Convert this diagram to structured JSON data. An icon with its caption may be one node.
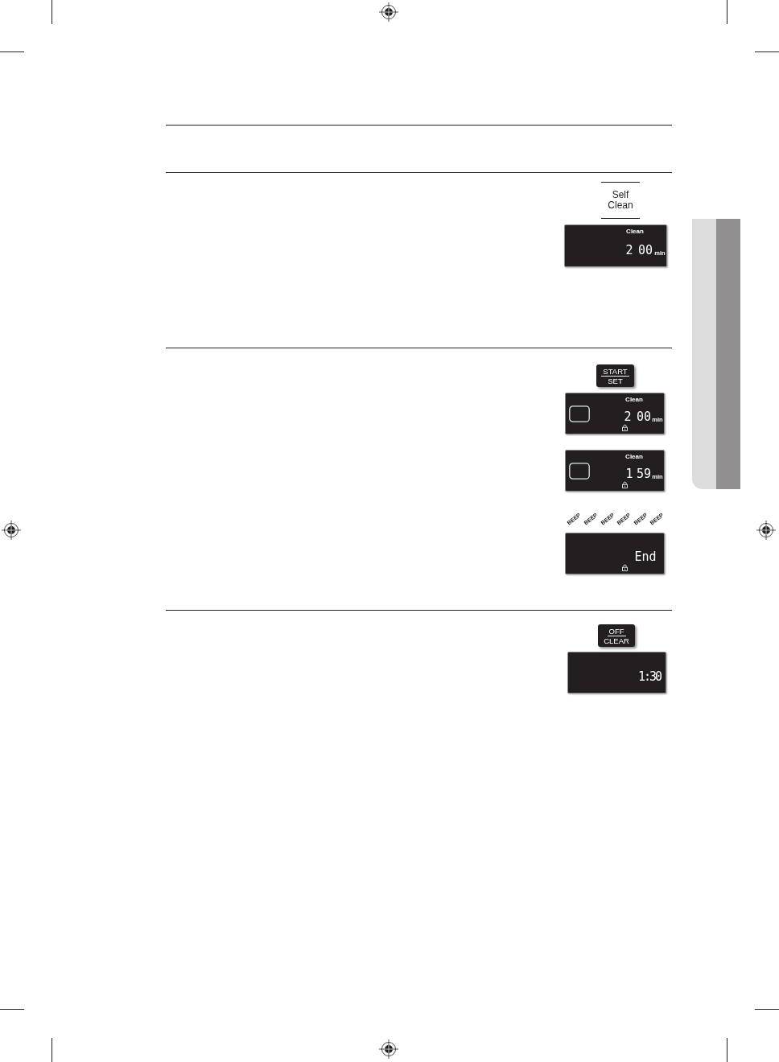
{
  "diagram": {
    "nodes": [
      {
        "text": [
          "Self Clean"
        ]
      },
      {
        "text": [
          "Clean",
          "2",
          "00",
          "min"
        ]
      },
      {
        "text": [
          "START",
          "SET"
        ]
      },
      {
        "text": [
          "Clean",
          "2",
          "00",
          "min"
        ]
      },
      {
        "text": [
          "Clean",
          "1",
          "59",
          "min"
        ]
      },
      {
        "text": [
          "End"
        ]
      },
      {
        "text": [
          "OFF",
          "CLEAR"
        ]
      },
      {
        "text": [
          "1:30"
        ]
      }
    ],
    "labels": [
      "BEEP",
      "BEEP",
      "BEEP",
      "BEEP",
      "BEEP",
      "BEEP"
    ]
  }
}
